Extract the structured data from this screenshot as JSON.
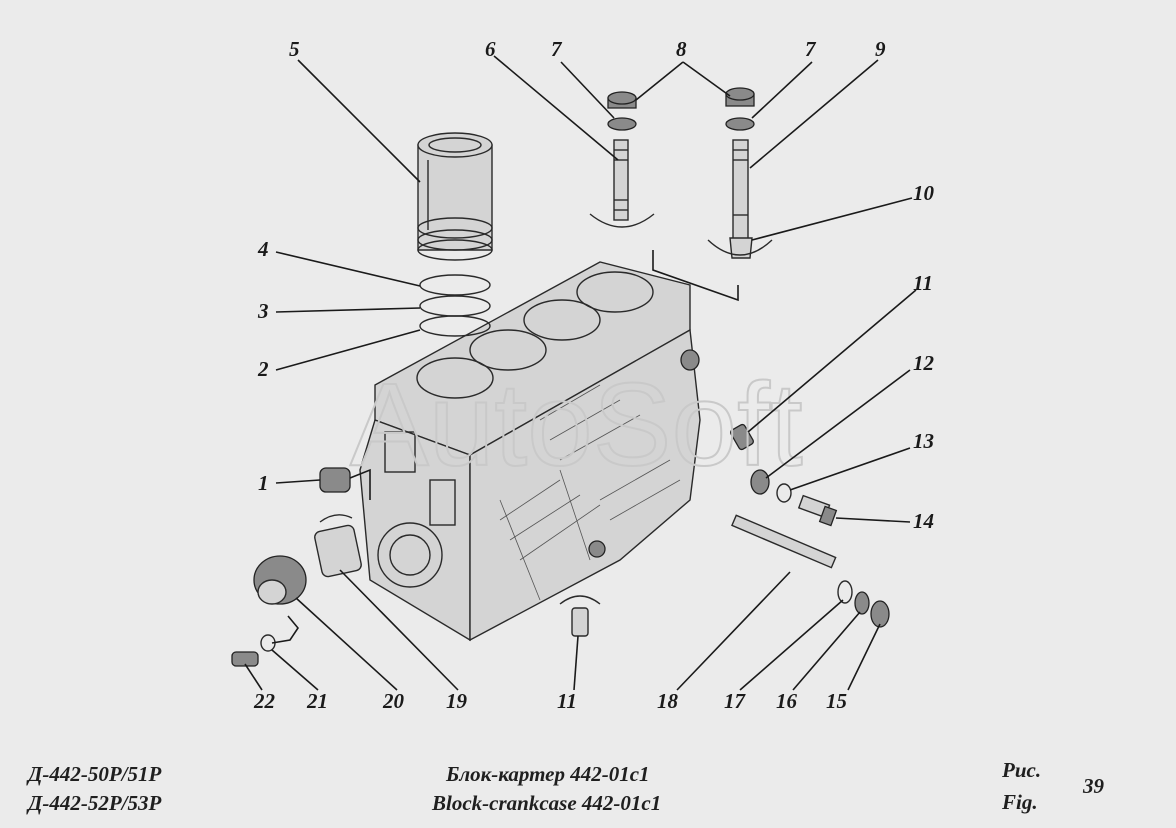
{
  "watermark": "AutoSoft",
  "callouts": [
    {
      "id": "c1",
      "label": "1"
    },
    {
      "id": "c2",
      "label": "2"
    },
    {
      "id": "c3",
      "label": "3"
    },
    {
      "id": "c4",
      "label": "4"
    },
    {
      "id": "c5",
      "label": "5"
    },
    {
      "id": "c6",
      "label": "6"
    },
    {
      "id": "c7a",
      "label": "7"
    },
    {
      "id": "c7b",
      "label": "7"
    },
    {
      "id": "c8",
      "label": "8"
    },
    {
      "id": "c9",
      "label": "9"
    },
    {
      "id": "c10",
      "label": "10"
    },
    {
      "id": "c11a",
      "label": "11"
    },
    {
      "id": "c11b",
      "label": "11"
    },
    {
      "id": "c12",
      "label": "12"
    },
    {
      "id": "c13",
      "label": "13"
    },
    {
      "id": "c14",
      "label": "14"
    },
    {
      "id": "c15",
      "label": "15"
    },
    {
      "id": "c16",
      "label": "16"
    },
    {
      "id": "c17",
      "label": "17"
    },
    {
      "id": "c18",
      "label": "18"
    },
    {
      "id": "c19",
      "label": "19"
    },
    {
      "id": "c20",
      "label": "20"
    },
    {
      "id": "c21",
      "label": "21"
    },
    {
      "id": "c22",
      "label": "22"
    }
  ],
  "footer": {
    "models_line1": "Д-442-50Р/51Р",
    "models_line2": "Д-442-52Р/53Р",
    "title_ru": "Блок-картер 442-01с1",
    "title_en": "Block-crankcase 442-01с1",
    "fig_ru": "Рис.",
    "fig_en": "Fig.",
    "fig_number": "39"
  }
}
